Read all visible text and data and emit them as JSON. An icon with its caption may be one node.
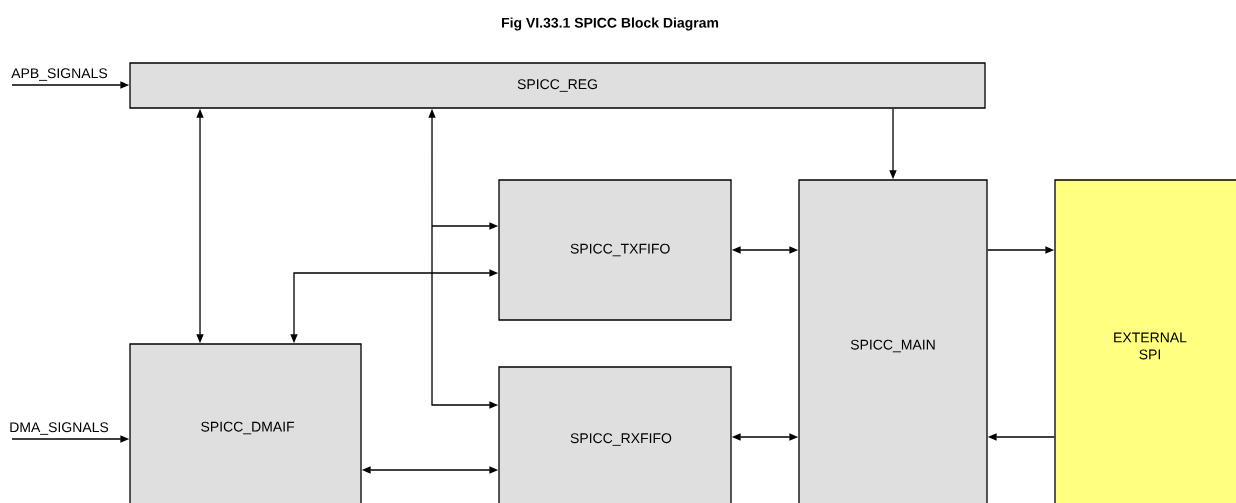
{
  "diagram": {
    "title": "Fig VI.33.1 SPICC Block Diagram",
    "nodes": [
      {
        "text": [
          "SPICC_REG"
        ]
      },
      {
        "text": [
          "SPICC_TXFIFO"
        ]
      },
      {
        "text": [
          "SPICC_MAIN"
        ]
      },
      {
        "text": [
          "EXTERNAL SPI"
        ]
      },
      {
        "text": [
          "SPICC_DMAIF"
        ]
      },
      {
        "text": [
          "SPICC_RXFIFO"
        ]
      }
    ],
    "edges": [
      {
        "from": null,
        "to": 0,
        "arrow": "to",
        "label": "APB_SIGNALS"
      },
      {
        "from": 4,
        "to": 0,
        "arrow": "both"
      },
      {
        "from": 0,
        "to": 1,
        "arrow": "both"
      },
      {
        "from": 0,
        "to": 5,
        "arrow": "both"
      },
      {
        "from": 0,
        "to": 2,
        "arrow": "to"
      },
      {
        "from": 4,
        "to": 1,
        "arrow": "both"
      },
      {
        "from": 1,
        "to": 2,
        "arrow": "both"
      },
      {
        "from": 5,
        "to": 2,
        "arrow": "both"
      },
      {
        "from": 4,
        "to": 5,
        "arrow": "both"
      },
      {
        "from": 2,
        "to": 3,
        "arrow": "to"
      },
      {
        "from": 3,
        "to": 2,
        "arrow": "to"
      },
      {
        "from": null,
        "to": 4,
        "arrow": "to",
        "label": "DMA_SIGNALS"
      }
    ]
  }
}
